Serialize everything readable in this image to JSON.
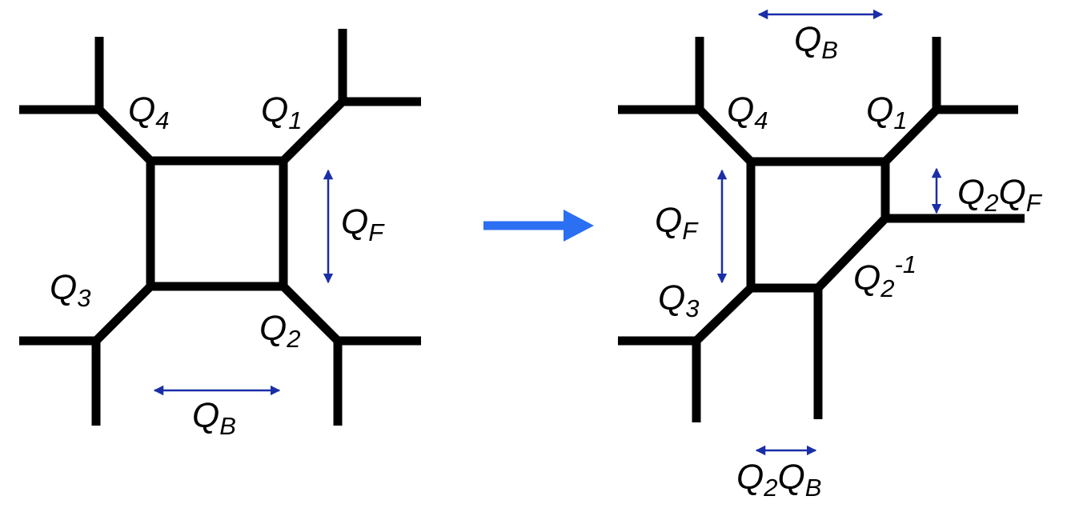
{
  "colors": {
    "edge": "#000000",
    "length_arrow": "#1a2ea8",
    "transition_arrow": "#2b6ff2",
    "background": "#ffffff"
  },
  "left_diagram": {
    "labels": {
      "q1": {
        "base": "Q",
        "sub": "1"
      },
      "q2": {
        "base": "Q",
        "sub": "2"
      },
      "q3": {
        "base": "Q",
        "sub": "3"
      },
      "q4": {
        "base": "Q",
        "sub": "4"
      },
      "qf": {
        "base": "Q",
        "sub": "F"
      },
      "qb": {
        "base": "Q",
        "sub": "B"
      }
    }
  },
  "right_diagram": {
    "labels": {
      "q1": {
        "base": "Q",
        "sub": "1"
      },
      "q4": {
        "base": "Q",
        "sub": "4"
      },
      "q3": {
        "base": "Q",
        "sub": "3"
      },
      "qf": {
        "base": "Q",
        "sub": "F"
      },
      "qb": {
        "base": "Q",
        "sub": "B"
      },
      "q2inv": {
        "base": "Q",
        "sub": "2",
        "sup": "-1"
      },
      "q2qf": {
        "base1": "Q",
        "sub1": "2",
        "base2": "Q",
        "sub2": "F"
      },
      "q2qb": {
        "base1": "Q",
        "sub1": "2",
        "base2": "Q",
        "sub2": "B"
      }
    }
  }
}
